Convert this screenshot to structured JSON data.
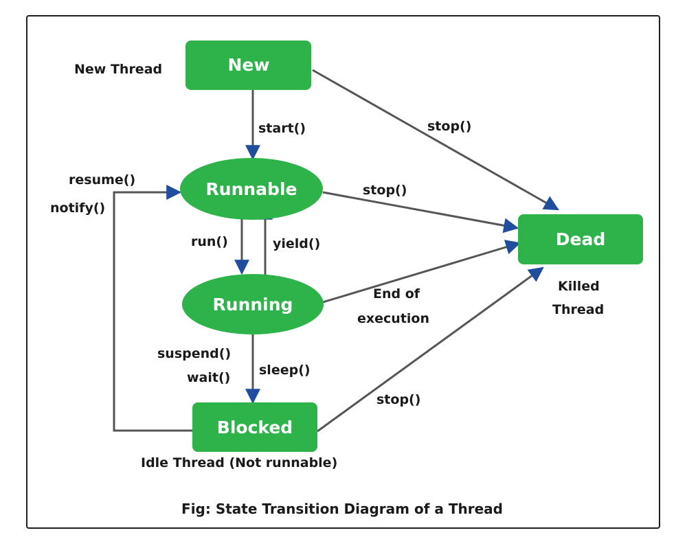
{
  "nodes": {
    "new": "New",
    "runnable": "Runnable",
    "running": "Running",
    "blocked": "Blocked",
    "dead": "Dead"
  },
  "annotations": {
    "new_thread": "New Thread",
    "killed_thread_line1": "Killed",
    "killed_thread_line2": "Thread",
    "idle_thread": "Idle Thread (Not runnable)"
  },
  "edge_labels": {
    "start": "start()",
    "stop_new": "stop()",
    "stop_runnable": "stop()",
    "run": "run()",
    "yield": "yield()",
    "end_of_execution_line1": "End of",
    "end_of_execution_line2": "execution",
    "suspend": "suspend()",
    "wait": "wait()",
    "sleep": "sleep()",
    "stop_blocked": "stop()",
    "resume": "resume()",
    "notify": "notify()"
  },
  "caption": "Fig: State Transition Diagram of a Thread",
  "colors": {
    "node_fill": "#2db34a",
    "edge": "#555555",
    "arrowhead": "#1f4e9e"
  }
}
